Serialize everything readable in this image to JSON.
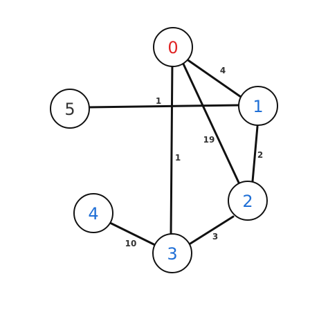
{
  "graph": {
    "nodes": [
      {
        "id": "0",
        "label": "0",
        "color": "#e02424"
      },
      {
        "id": "1",
        "label": "1",
        "color": "#1f6fd6"
      },
      {
        "id": "2",
        "label": "2",
        "color": "#1f6fd6"
      },
      {
        "id": "3",
        "label": "3",
        "color": "#1f6fd6"
      },
      {
        "id": "4",
        "label": "4",
        "color": "#1f6fd6"
      },
      {
        "id": "5",
        "label": "5",
        "color": "#333333"
      }
    ],
    "edges": [
      {
        "from": "0",
        "to": "1",
        "weight": "4"
      },
      {
        "from": "0",
        "to": "2",
        "weight": "19"
      },
      {
        "from": "0",
        "to": "3",
        "weight": "1"
      },
      {
        "from": "5",
        "to": "1",
        "weight": "1"
      },
      {
        "from": "1",
        "to": "2",
        "weight": "2"
      },
      {
        "from": "2",
        "to": "3",
        "weight": "3"
      },
      {
        "from": "4",
        "to": "3",
        "weight": "10"
      }
    ]
  }
}
